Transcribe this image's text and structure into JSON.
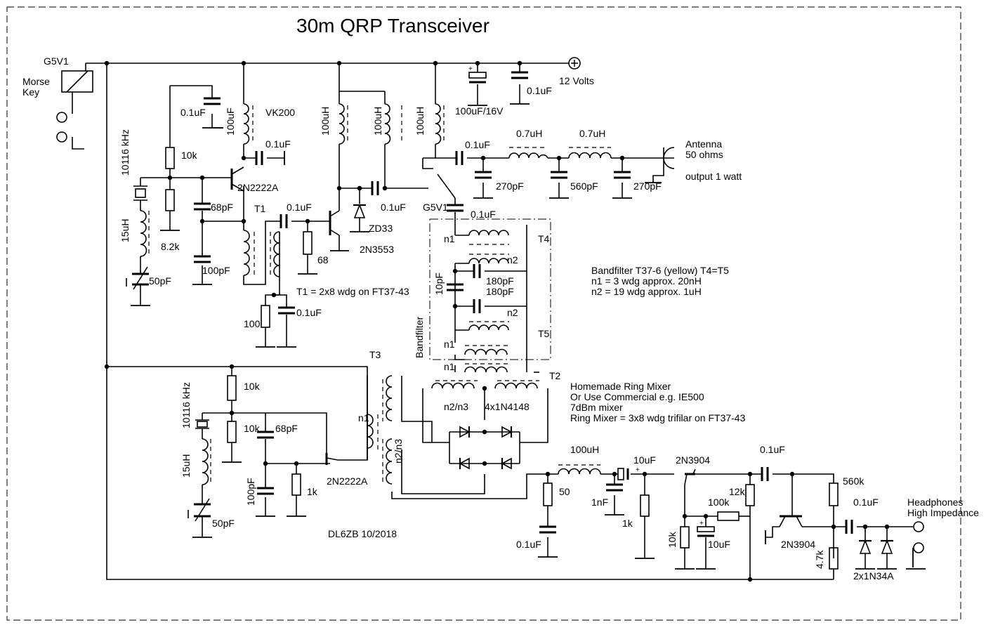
{
  "title": "30m QRP Transceiver",
  "labels": {
    "relay": "G5V1",
    "morse1": "Morse",
    "morse2": "Key",
    "supply": "12 Volts",
    "c_bulk": "100uF/16V",
    "c_sup": "0.1uF",
    "c_bias": "0.1uF",
    "l_col": "100uF",
    "vk200": "VK200",
    "c_col": "0.1uF",
    "r10k_top": "10k",
    "xtal_top": "10116 kHz",
    "q_osc": "2N2222A",
    "c68_top": "68pF",
    "r82k": "8.2k",
    "l15_top": "15uH",
    "c100_top": "100pF",
    "t1": "T1",
    "c50_top": "50pF",
    "r100": "100",
    "c01_t1": "0.1uF",
    "t1_note": "T1 = 2x8 wdg on FT37-43",
    "c01_drv": "0.1uF",
    "r68": "68",
    "q_pa": "2N3553",
    "l_pa1": "100uH",
    "l_pa2": "100uH",
    "zd": "ZD33",
    "c01_pa": "0.1uF",
    "relay2": "G5V1",
    "l_ant": "100uH",
    "c01_ant": "0.1uF",
    "l07a": "0.7uH",
    "l07b": "0.7uH",
    "c270a": "270pF",
    "c560": "560pF",
    "c270b": "270pF",
    "antenna": "Antenna",
    "ant_ohm": "50 ohms",
    "output": "output 1 watt",
    "c01_bf": "0.1uF",
    "n1a": "n1",
    "t4": "T4",
    "n2a": "n2",
    "c10pf": "10pF",
    "c180a": "180pF",
    "c180b": "180pF",
    "n2b": "n2",
    "t5": "T5",
    "n1b": "n1",
    "n1c": "n1",
    "bandfilter": "Bandfilter",
    "bf_note1": "Bandfilter T37-6 (yellow) T4=T5",
    "bf_note2": "n1 = 3 wdg approx. 20nH",
    "bf_note3": "n2 = 19 wdg approx. 1uH",
    "t2": "T2",
    "n2n3a": "n2/n3",
    "diodes": "4x1N4148",
    "mix1": "Homemade Ring Mixer",
    "mix2": "Or Use Commercial e.g. IE500",
    "mix3": "7dBm mixer",
    "mix4": "Ring Mixer = 3x8 wdg trifilar on FT37-43",
    "t3": "T3",
    "n1_t3": "n1",
    "n2n3b": "n2/n3",
    "r10k_lo1": "10k",
    "r10k_lo2": "10k",
    "c68_lo": "68pF",
    "xtal_lo": "10116 kHz",
    "l15_lo": "15uH",
    "c100_lo": "100pF",
    "r1k_lo": "1k",
    "q_lo": "2N2222A",
    "c50_lo": "50pF",
    "credit": "DL6ZB 10/2018",
    "l100_if": "100uH",
    "r50": "50",
    "c1nf": "1nF",
    "c01_if": "0.1uF",
    "c10uf_in": "10uF",
    "r1k_af": "1k",
    "q_af1": "2N3904",
    "r10k_af": "10k",
    "c10uf_e": "10uF",
    "r100k": "100k",
    "r12k": "12k",
    "c01_af": "0.1uF",
    "r560k": "560k",
    "q_af2": "2N3904",
    "r47k": "4.7k",
    "c01_out": "0.1uF",
    "d_out": "2x1N34A",
    "hp1": "Headphones",
    "hp2": "High Impedance"
  }
}
